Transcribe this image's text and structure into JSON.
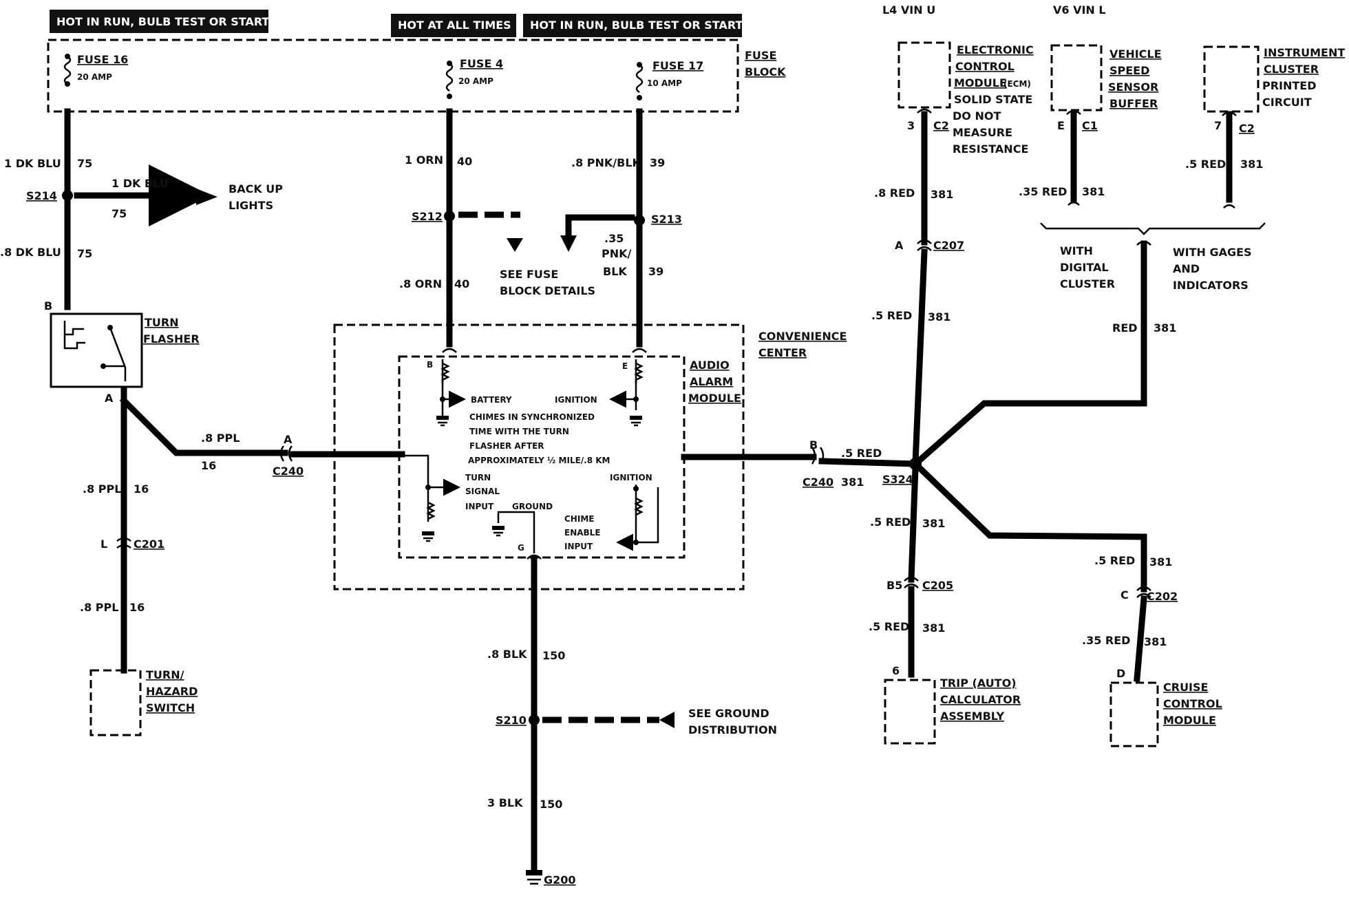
{
  "headers": {
    "h1": "HOT IN RUN, BULB TEST OR START",
    "h2": "HOT AT ALL TIMES",
    "h3": "HOT IN RUN, BULB TEST OR START"
  },
  "fuse_block": {
    "label1": "FUSE",
    "label2": "BLOCK",
    "fuses": [
      {
        "name": "FUSE 16",
        "rating": "20 AMP"
      },
      {
        "name": "FUSE 4",
        "rating": "20 AMP"
      },
      {
        "name": "FUSE 17",
        "rating": "10 AMP"
      }
    ]
  },
  "wires": {
    "w1": {
      "gauge": "1 DK BLU",
      "circuit": "75"
    },
    "w2": {
      "gauge": "1 DK BLU",
      "circuit": "75"
    },
    "w3": {
      "gauge": ".8 DK BLU",
      "circuit": "75"
    },
    "w4": {
      "gauge": "1 ORN",
      "circuit": "40"
    },
    "w5": {
      "gauge": ".8 ORN",
      "circuit": "40"
    },
    "w6": {
      "gauge": ".8 PNK/BLK",
      "circuit": "39"
    },
    "w7": {
      "gauge_l1": ".35",
      "gauge_l2": "PNK/",
      "gauge_l3": "BLK",
      "circuit": "39"
    },
    "w8": {
      "gauge": ".8 PPL",
      "circuit": "16"
    },
    "w9": {
      "gauge": ".8 PPL",
      "circuit": "16"
    },
    "w10": {
      "gauge": ".8 PPL",
      "circuit": "16"
    },
    "w11": {
      "gauge": ".8 BLK",
      "circuit": "150"
    },
    "w12": {
      "gauge": "3 BLK",
      "circuit": "150"
    },
    "w13": {
      "gauge": ".5 RED",
      "circuit": "381"
    },
    "w14": {
      "gauge": ".8 RED",
      "circuit": "381"
    },
    "w15": {
      "gauge": ".5 RED",
      "circuit": "381"
    },
    "w16": {
      "gauge": ".5 RED",
      "circuit": "381"
    },
    "w17": {
      "gauge": ".5 RED",
      "circuit": "381"
    },
    "w18": {
      "gauge": ".35 RED",
      "circuit": "381"
    },
    "w19": {
      "gauge": ".5 RED",
      "circuit": "381"
    },
    "w20": {
      "gauge": "RED",
      "circuit": "381"
    },
    "w21": {
      "gauge": ".5 RED",
      "circuit": "381"
    },
    "w22": {
      "gauge": ".35 RED",
      "circuit": "381"
    }
  },
  "splices": {
    "s214": "S214",
    "s212": "S212",
    "s213": "S213",
    "s210": "S210",
    "s324": "S324",
    "g200": "G200"
  },
  "connectors": {
    "c240a": {
      "pin": "A",
      "name": "C240"
    },
    "c240b": {
      "pin": "B",
      "name": "C240"
    },
    "c201": {
      "pin": "L",
      "name": "C201"
    },
    "c207": {
      "pin": "A",
      "name": "C207"
    },
    "c205": {
      "pin": "B5",
      "name": "C205"
    },
    "c202": {
      "pin": "C",
      "name": "C202"
    },
    "ecm_c2": {
      "pin": "3",
      "name": "C2"
    },
    "vss_c1": {
      "pin": "E",
      "name": "C1"
    },
    "ipc_c2": {
      "pin": "7",
      "name": "C2"
    },
    "trip_pin": "6",
    "cruise_pin": "D"
  },
  "components": {
    "turn_flasher": {
      "l1": "TURN",
      "l2": "FLASHER",
      "pin_top": "B",
      "pin_bottom": "A"
    },
    "hazard_switch": {
      "l1": "TURN/",
      "l2": "HAZARD",
      "l3": "SWITCH"
    },
    "convenience_center": {
      "l1": "CONVENIENCE",
      "l2": "CENTER"
    },
    "audio_alarm": {
      "l1": "AUDIO",
      "l2": "ALARM",
      "l3": "MODULE"
    },
    "ecm": {
      "l1": "ELECTRONIC",
      "l2": "CONTROL",
      "l3": "MODULE",
      "l3b": "(ECM)",
      "l4": "SOLID STATE",
      "l5": "DO NOT",
      "l6": "MEASURE",
      "l7": "RESISTANCE"
    },
    "vss": {
      "l1": "VEHICLE",
      "l2": "SPEED",
      "l3": "SENSOR",
      "l4": "BUFFER"
    },
    "ipc": {
      "l1": "INSTRUMENT",
      "l2": "CLUSTER",
      "l3": "PRINTED",
      "l4": "CIRCUIT"
    },
    "trip": {
      "l1": "TRIP (AUTO)",
      "l2": "CALCULATOR",
      "l3": "ASSEMBLY"
    },
    "cruise": {
      "l1": "CRUISE",
      "l2": "CONTROL",
      "l3": "MODULE"
    }
  },
  "module_internals": {
    "pin_b": "B",
    "pin_e": "E",
    "pin_g": "G",
    "battery": "BATTERY",
    "ignition1": "IGNITION",
    "ignition2": "IGNITION",
    "chimes": [
      "CHIMES IN SYNCHRONIZED",
      "TIME WITH THE TURN",
      "FLASHER AFTER",
      "APPROXIMATELY  ½ MILE/.8 KM"
    ],
    "turn_signal": [
      "TURN",
      "SIGNAL",
      "INPUT"
    ],
    "ground": "GROUND",
    "chime_enable": [
      "CHIME",
      "ENABLE",
      "INPUT"
    ]
  },
  "notes": {
    "back_up_l1": "BACK UP",
    "back_up_l2": "LIGHTS",
    "see_fuse_l1": "SEE FUSE",
    "see_fuse_l2": "BLOCK DETAILS",
    "see_ground_l1": "SEE GROUND",
    "see_ground_l2": "DISTRIBUTION",
    "l4": "L4 VIN U",
    "v6": "V6 VIN L",
    "digital_l1": "WITH",
    "digital_l2": "DIGITAL",
    "digital_l3": "CLUSTER",
    "gages_l1": "WITH GAGES",
    "gages_l2": "AND",
    "gages_l3": "INDICATORS"
  }
}
